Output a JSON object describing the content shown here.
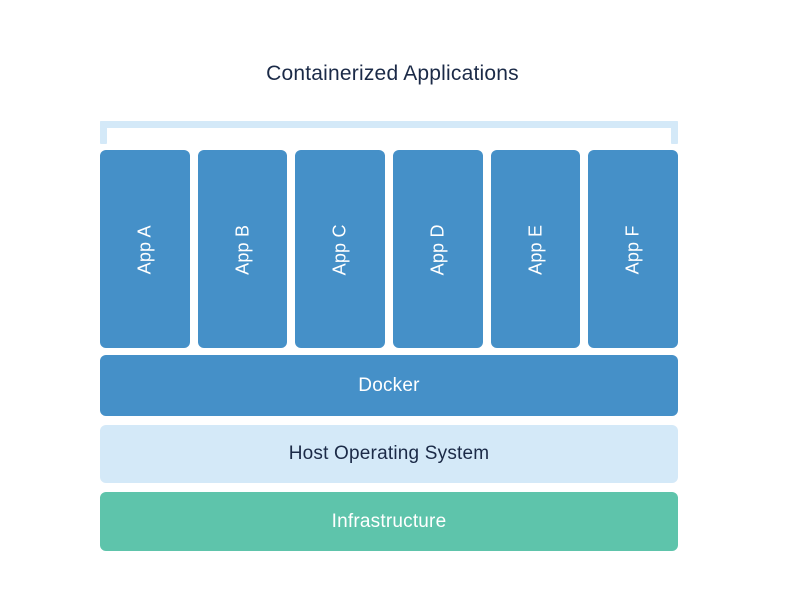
{
  "diagram": {
    "title": "Containerized Applications",
    "type": "layered-stack-diagram",
    "background_color": "#ffffff",
    "bracket": {
      "name": "containerized-applications-bracket",
      "color": "#d4e9f8",
      "spans_label": "Containerized Applications"
    },
    "app_layer": {
      "boxes": [
        {
          "label": "App A",
          "color": "#4590c8",
          "text_color": "#ffffff"
        },
        {
          "label": "App B",
          "color": "#4590c8",
          "text_color": "#ffffff"
        },
        {
          "label": "App C",
          "color": "#4590c8",
          "text_color": "#ffffff"
        },
        {
          "label": "App D",
          "color": "#4590c8",
          "text_color": "#ffffff"
        },
        {
          "label": "App E",
          "color": "#4590c8",
          "text_color": "#ffffff"
        },
        {
          "label": "App F",
          "color": "#4590c8",
          "text_color": "#ffffff"
        }
      ]
    },
    "layers": [
      {
        "label": "Docker",
        "color": "#4590c8",
        "text_color": "#ffffff"
      },
      {
        "label": "Host Operating System",
        "color": "#d4e9f8",
        "text_color": "#1b2a47"
      },
      {
        "label": "Infrastructure",
        "color": "#5ec4ab",
        "text_color": "#ffffff"
      }
    ],
    "colors": {
      "accent_blue": "#4590c8",
      "light_blue": "#d4e9f8",
      "teal": "#5ec4ab",
      "title_navy": "#1b2a47",
      "white": "#ffffff"
    }
  }
}
